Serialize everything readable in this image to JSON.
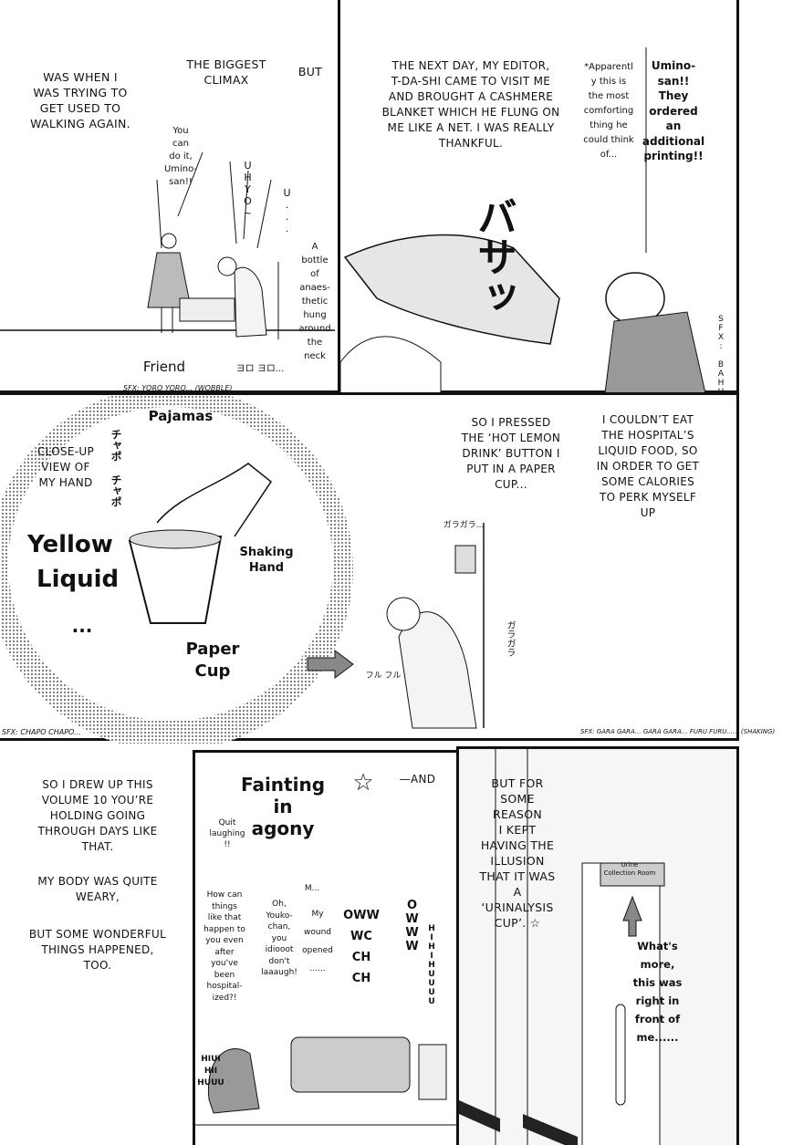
{
  "panel1": {
    "narration_left": "WAS WHEN I\nWAS TRYING TO\nGET USED TO\nWALKING AGAIN.",
    "narration_mid": "THE BIGGEST\nCLIMAX",
    "narration_right": "BUT",
    "friend_speech": "You\ncan\ndo it,\nUmino-\nsan!!",
    "uhyo": "UHYO~",
    "u": "U...",
    "bottle_note": "A\nbottle\nof\nanaes-\nthetic\nhung\naround\nthe\nneck",
    "friend_label": "Friend",
    "yoro": "ヨロ ヨロ...",
    "sfx": "SFX: YORO YORO... (WOBBLE)"
  },
  "panel2": {
    "narration": "THE NEXT DAY, MY EDITOR,\nT-DA-SHI CAME TO VISIT ME\nAND BROUGHT A CASHMERE\nBLANKET WHICH HE FLUNG ON\nME LIKE A NET. I WAS REALLY\nTHANKFUL.",
    "aside": "*Apparentl\ny this is\nthe most\ncomforting\nthing he\ncould think\nof...",
    "editor_speech": "Umino-\nsan!!\nThey\nordered an\nadditional\nprinting!!",
    "sfx_big": "バサッ",
    "sfx": "SFX: BAHH"
  },
  "panel3": {
    "closeup_caption": "CLOSE-UP\nVIEW OF\nMY HAND",
    "pajamas": "Pajamas",
    "chapo": "チャポ チャポ",
    "yellow": "Yellow",
    "liquid": "Liquid",
    "ellipsis": "...",
    "shaking_hand": "Shaking\nHand",
    "paper_cup": "Paper\nCup",
    "narration_1": "SO I PRESSED\nTHE ‘HOT LEMON\nDRINK’ BUTTON I\nPUT IN A PAPER\nCUP...",
    "narration_2": "I COULDN’T EAT\nTHE HOSPITAL’S\nLIQUID FOOD, SO\nIN ORDER TO GET\nSOME CALORIES\nTO PERK MYSELF\nUP",
    "gara1": "ガラガラ...",
    "gara2": "ガラガラ",
    "furu": "フル フル",
    "sfx_left": "SFX: CHAPO CHAPO...",
    "sfx_right": "SFX: GARA GARA... GARA GARA... FURU FURU...... (SHAKING)"
  },
  "bottom_text": {
    "p1": "SO I DREW UP THIS\nVOLUME 10 YOU’RE\nHOLDING GOING\nTHROUGH DAYS LIKE\nTHAT.",
    "p2": "MY BODY WAS QUITE\nWEARY,",
    "p3": "BUT SOME WONDERFUL\nTHINGS HAPPENED,\nTOO."
  },
  "panel4": {
    "title": "Fainting in\nagony",
    "and": "—AND",
    "quit": "Quit\nlaughing\n!!",
    "how": "How can\nthings\nlike that\nhappen to\nyou even\nafter\nyou've\nbeen\nhospital-\nized?!",
    "oh": "Oh,\nYouko-\nchan,\nyou\nidiooot\ndon't\nlaaaugh!",
    "m": "M...",
    "wound": "My\nwound\nopened\n......",
    "oww": "OWW\nWC\nCH\nCH",
    "owww": "OWWW",
    "hihi": "HIHIHUUUU",
    "hiui": "HIUI\nHII\nHUUU"
  },
  "panel5": {
    "narration": "BUT FOR\nSOME\nREASON\nI KEPT\nHAVING THE\nILLUSION\nTHAT IT WAS\nA\n‘URINALYSIS\nCUP’. ☆",
    "sign": "Urine\nCollection Room",
    "whats_more": "What's\nmore,\nthis was\nright in\nfront of\nme......"
  }
}
